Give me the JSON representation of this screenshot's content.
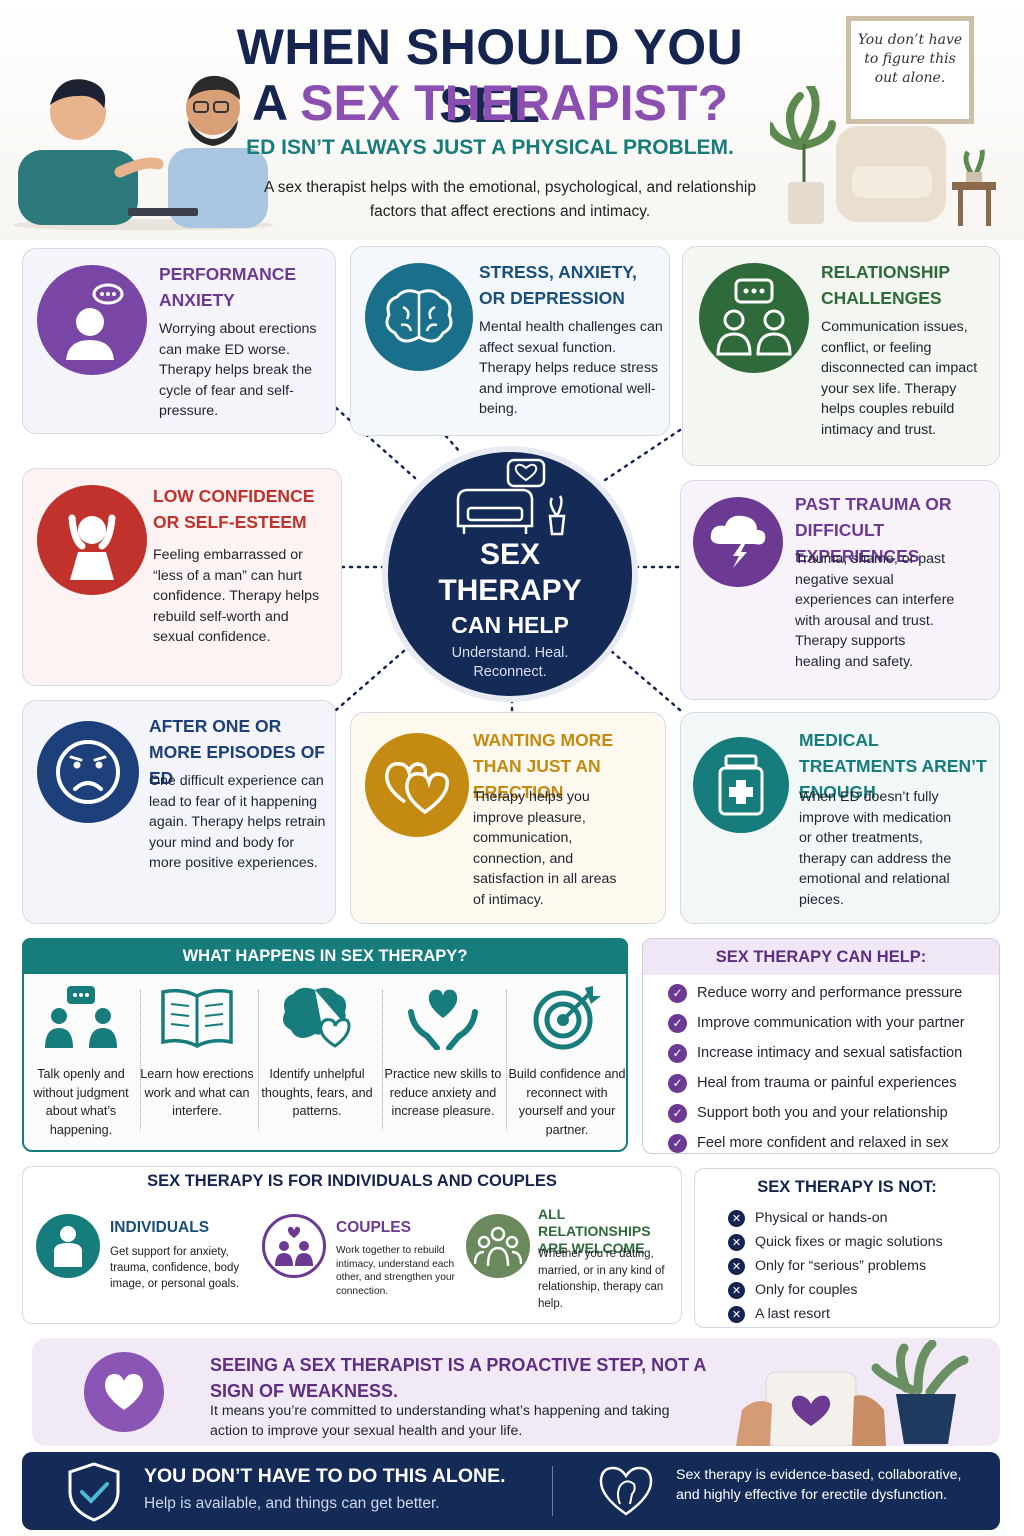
{
  "header": {
    "title_line1": "WHEN SHOULD YOU SEE",
    "title_line2_a": "A ",
    "title_line2_b": "SEX THERAPIST?",
    "subtitle": "ED ISN’T ALWAYS JUST A PHYSICAL PROBLEM.",
    "intro": "A sex therapist helps with the emotional, psychological, and relationship factors that affect erections and intimacy.",
    "frame_quote": "You don’t have to figure this out alone."
  },
  "center": {
    "line1": "SEX",
    "line2": "THERAPY",
    "line3": "CAN HELP",
    "tagline": "Understand. Heal. Reconnect."
  },
  "cards": {
    "performance": {
      "title": "PERFORMANCE ANXIETY",
      "text": "Worrying about erections can make ED worse. Therapy helps break the cycle of fear and self-pressure.",
      "color": "#7a46a6",
      "icon": "anxious-person-icon"
    },
    "stress": {
      "title": "STRESS, ANXIETY, OR DEPRESSION",
      "text": "Mental health challenges can affect sexual function. Therapy helps reduce stress and improve emotional well-being.",
      "color": "#1a6f8a",
      "icon": "brain-icon"
    },
    "relationship": {
      "title": "RELATIONSHIP CHALLENGES",
      "text": "Communication issues, conflict, or feeling disconnected can impact your sex life. Therapy helps couples rebuild intimacy and trust.",
      "color": "#2f6b3a",
      "icon": "couple-chat-icon"
    },
    "confidence": {
      "title": "LOW CONFIDENCE OR SELF-ESTEEM",
      "text": "Feeling embarrassed or “less of a man” can hurt confidence. Therapy helps rebuild self-worth and sexual confidence.",
      "color": "#c0322b",
      "icon": "head-in-hands-icon"
    },
    "trauma": {
      "title": "PAST TRAUMA OR DIFFICULT EXPERIENCES",
      "text": "Trauma, shame, or past negative sexual experiences can interfere with arousal and trust. Therapy supports healing and safety.",
      "color": "#6c3a93",
      "icon": "storm-cloud-icon"
    },
    "episodes": {
      "title": "AFTER ONE OR MORE EPISODES OF ED",
      "text": "One difficult experience can lead to fear of it happening again. Therapy helps retrain your mind and body for more positive experiences.",
      "color": "#1d3f7a",
      "icon": "sad-face-icon"
    },
    "wanting": {
      "title": "WANTING MORE THAN JUST AN ERECTION",
      "text": "Therapy helps you improve pleasure, communication, connection, and satisfaction in all areas of intimacy.",
      "color": "#c48a12",
      "icon": "two-hearts-icon"
    },
    "medical": {
      "title": "MEDICAL TREATMENTS AREN’T ENOUGH",
      "text": "When ED doesn’t fully improve with medication or other treatments, therapy can address the emotional and relational pieces.",
      "color": "#177c7c",
      "icon": "medicine-bottle-icon"
    }
  },
  "what_happens": {
    "heading": "WHAT HAPPENS IN SEX THERAPY?",
    "items": [
      {
        "text": "Talk openly and without judgment about what’s happening.",
        "icon": "talking-people-icon"
      },
      {
        "text": "Learn how erections work and what can interfere.",
        "icon": "open-book-icon"
      },
      {
        "text": "Identify unhelpful thoughts, fears, and patterns.",
        "icon": "brain-heart-icon"
      },
      {
        "text": "Practice new skills to reduce anxiety and increase pleasure.",
        "icon": "hands-heart-icon"
      },
      {
        "text": "Build confidence and reconnect with yourself and your partner.",
        "icon": "target-icon"
      }
    ]
  },
  "can_help": {
    "heading": "SEX THERAPY CAN HELP:",
    "items": [
      "Reduce worry and performance pressure",
      "Improve communication with your partner",
      "Increase intimacy and sexual satisfaction",
      "Heal from trauma or painful experiences",
      "Support both you and your relationship",
      "Feel more confident and relaxed in sex"
    ]
  },
  "individuals_couples": {
    "heading": "SEX THERAPY IS FOR INDIVIDUALS AND COUPLES",
    "individuals": {
      "title": "INDIVIDUALS",
      "text": "Get support for anxiety, trauma, confidence, body image, or personal goals."
    },
    "couples": {
      "title": "COUPLES",
      "text": "Work together to rebuild intimacy, understand each other, and strengthen your connection."
    },
    "all": {
      "title": "ALL RELATIONSHIPS ARE WELCOME",
      "text": "Whether you’re dating, married, or in any kind of relationship, therapy can help."
    }
  },
  "is_not": {
    "heading": "SEX THERAPY IS NOT:",
    "items": [
      "Physical or hands-on",
      "Quick fixes or magic solutions",
      "Only for “serious” problems",
      "Only for couples",
      "A last resort"
    ]
  },
  "proactive": {
    "title": "SEEING A SEX THERAPIST IS A PROACTIVE STEP, NOT A SIGN OF WEAKNESS.",
    "text": "It means you’re committed to understanding what’s happening and taking action to improve your sexual health and your life."
  },
  "footer": {
    "title": "YOU DON’T HAVE TO DO THIS ALONE.",
    "subtitle": "Help is available, and things can get better.",
    "note": "Sex therapy is evidence-based, collaborative, and highly effective for erectile dysfunction."
  },
  "colors": {
    "navy": "#142a57",
    "purple": "#6c3a93",
    "teal": "#177c7c"
  }
}
